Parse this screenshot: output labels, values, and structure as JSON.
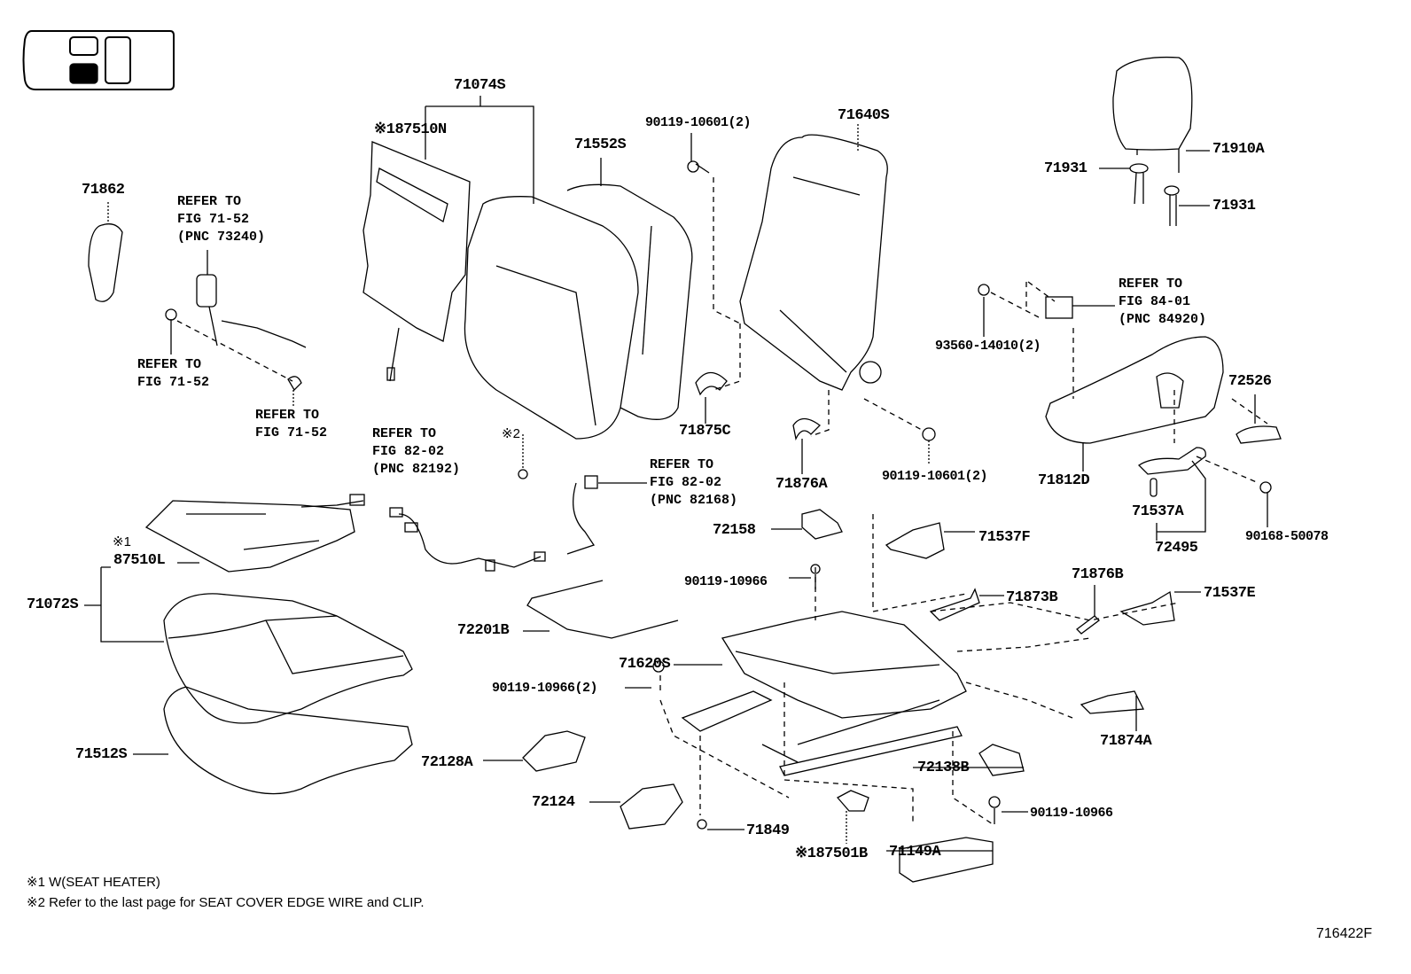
{
  "figure_code": "716422F",
  "locator_icon": "seat-position-locator-front-left",
  "parts": [
    {
      "id": "p71074S",
      "label": "71074S"
    },
    {
      "id": "p87510N",
      "label": "※187510N"
    },
    {
      "id": "p71552S",
      "label": "71552S"
    },
    {
      "id": "p90119a",
      "label": "90119-10601(2)"
    },
    {
      "id": "p71640S",
      "label": "71640S"
    },
    {
      "id": "p71862",
      "label": "71862"
    },
    {
      "id": "p71910A",
      "label": "71910A"
    },
    {
      "id": "p71931a",
      "label": "71931"
    },
    {
      "id": "p71931b",
      "label": "71931"
    },
    {
      "id": "p93560",
      "label": "93560-14010(2)"
    },
    {
      "id": "p72526",
      "label": "72526"
    },
    {
      "id": "p71875C",
      "label": "71875C"
    },
    {
      "id": "p71876A",
      "label": "71876A"
    },
    {
      "id": "p90119b",
      "label": "90119-10601(2)"
    },
    {
      "id": "p71812D",
      "label": "71812D"
    },
    {
      "id": "pnote2",
      "label": "※2"
    },
    {
      "id": "p71537A",
      "label": "71537A"
    },
    {
      "id": "p72495",
      "label": "72495"
    },
    {
      "id": "p90168",
      "label": "90168-50078"
    },
    {
      "id": "p72158",
      "label": "72158"
    },
    {
      "id": "p71537F",
      "label": "71537F"
    },
    {
      "id": "pnote1",
      "label": "※1"
    },
    {
      "id": "p87510L",
      "label": "87510L"
    },
    {
      "id": "p71072S",
      "label": "71072S"
    },
    {
      "id": "p90119c",
      "label": "90119-10966"
    },
    {
      "id": "p71876B",
      "label": "71876B"
    },
    {
      "id": "p71873B",
      "label": "71873B"
    },
    {
      "id": "p71537E",
      "label": "71537E"
    },
    {
      "id": "p72201B",
      "label": "72201B"
    },
    {
      "id": "p71620S",
      "label": "71620S"
    },
    {
      "id": "p90119d",
      "label": "90119-10966(2)"
    },
    {
      "id": "p71874A",
      "label": "71874A"
    },
    {
      "id": "p71512S",
      "label": "71512S"
    },
    {
      "id": "p72128A",
      "label": "72128A"
    },
    {
      "id": "p72138B",
      "label": "72138B"
    },
    {
      "id": "p72124",
      "label": "72124"
    },
    {
      "id": "p90119e",
      "label": "90119-10966"
    },
    {
      "id": "p71849",
      "label": "71849"
    },
    {
      "id": "p87501B",
      "label": "※187501B"
    },
    {
      "id": "p71149A",
      "label": "71149A"
    }
  ],
  "references": [
    {
      "lines": [
        "REFER TO",
        "FIG 71-52",
        "(PNC 73240)"
      ]
    },
    {
      "lines": [
        "REFER TO",
        "FIG 71-52"
      ]
    },
    {
      "lines": [
        "REFER TO",
        "FIG 71-52"
      ]
    },
    {
      "lines": [
        "REFER TO",
        "FIG 84-01",
        "(PNC 84920)"
      ]
    },
    {
      "lines": [
        "REFER TO",
        "FIG 82-02",
        "(PNC 82192)"
      ]
    },
    {
      "lines": [
        "REFER TO",
        "FIG 82-02",
        "(PNC 82168)"
      ]
    }
  ],
  "footnotes": [
    "※1  W(SEAT  HEATER)",
    "※2  Refer to the last page for SEAT COVER EDGE WIRE and CLIP."
  ]
}
